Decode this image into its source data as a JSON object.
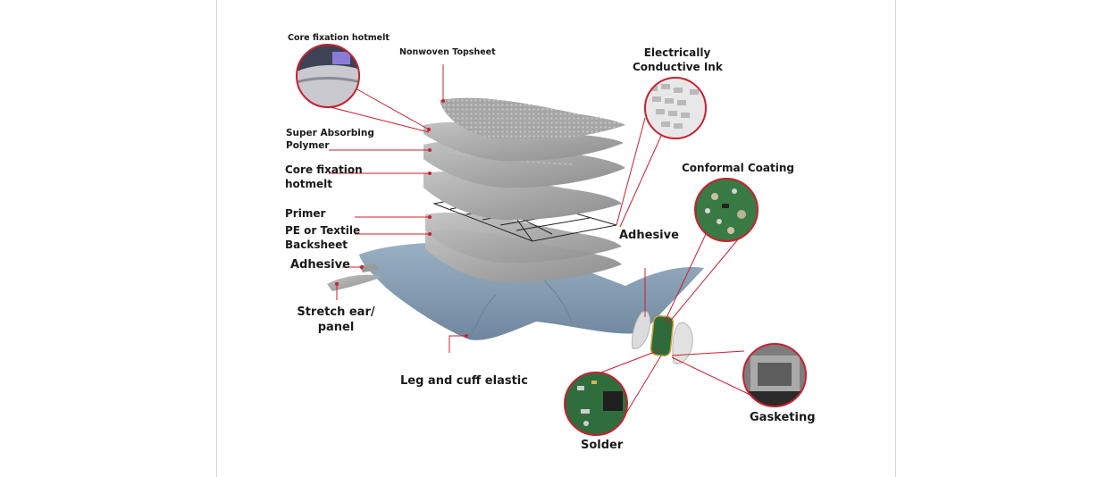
{
  "labels": {
    "core_fixation_top": "Core fixation hotmelt",
    "nonwoven_topsheet": "Nonwoven Topsheet",
    "electrically_conductive_ink_1": "Electrically",
    "electrically_conductive_ink_2": "Conductive Ink",
    "super_absorbing_1": "Super Absorbing",
    "super_absorbing_2": "Polymer",
    "core_fixation_1": "Core fixation",
    "core_fixation_2": "hotmelt",
    "conformal_coating": "Conformal Coating",
    "primer": "Primer",
    "pe_textile_1": "PE or Textile",
    "pe_textile_2": "Backsheet",
    "adhesive_right": "Adhesive",
    "adhesive_left": "Adhesive",
    "stretch_ear_1": "Stretch ear/",
    "stretch_ear_2": "panel",
    "leg_cuff_elastic": "Leg and cuff elastic",
    "gasketing": "Gasketing",
    "solder": "Solder"
  },
  "colors": {
    "leader": "#c8202f",
    "layer": "#a9a9a9",
    "diaper": "#7f98b0",
    "text": "#1a1a1a",
    "pcb": "#2f6b3a"
  }
}
